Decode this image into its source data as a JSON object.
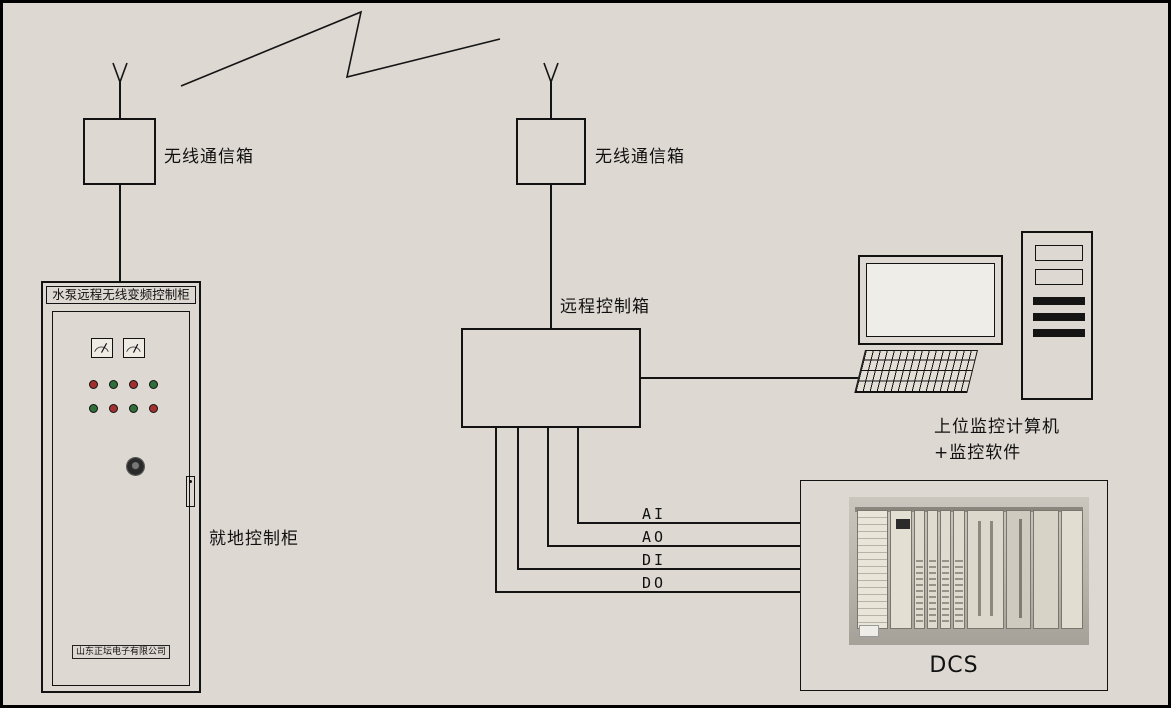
{
  "colors": {
    "background": "#ddd8d1",
    "line": "#141414"
  },
  "wireless_boxes": {
    "left": {
      "label": "无线通信箱"
    },
    "middle": {
      "label": "无线通信箱"
    }
  },
  "remote_box": {
    "label": "远程控制箱"
  },
  "cabinet": {
    "title": "水泵远程无线变频控制柜",
    "caption": "就地控制柜",
    "company": "山东正坛电子有限公司"
  },
  "computer": {
    "caption_line1": "上位监控计算机",
    "caption_line2": "+监控软件"
  },
  "dcs": {
    "label": "DCS"
  },
  "signals": [
    {
      "label": "AI"
    },
    {
      "label": "AO"
    },
    {
      "label": "DI"
    },
    {
      "label": "DO"
    }
  ],
  "icons": {
    "antenna": "antenna-icon",
    "wireless_link": "zigzag-wireless-signal-icon"
  }
}
